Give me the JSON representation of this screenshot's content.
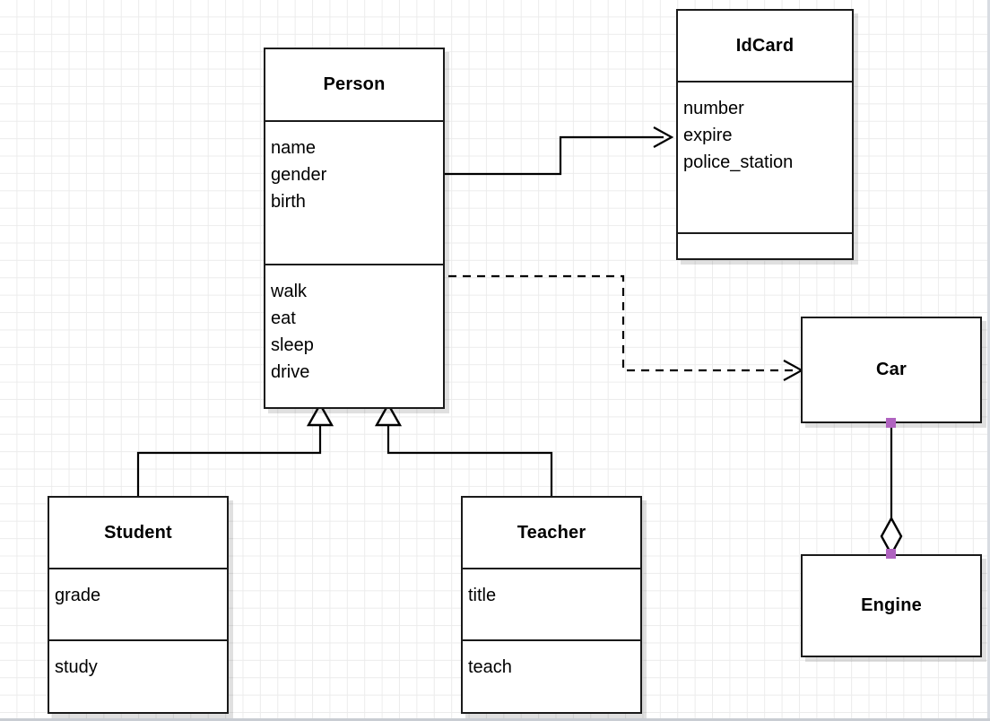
{
  "diagram": {
    "type": "uml-class-diagram",
    "background": {
      "grid": true,
      "grid_color": "#ececec",
      "page_color": "#ffffff"
    },
    "selection_handle_color": "#b063c0",
    "classes": [
      {
        "id": "person",
        "name": "Person",
        "attributes": [
          "name",
          "gender",
          "birth"
        ],
        "methods": [
          "walk",
          "eat",
          "sleep",
          "drive"
        ],
        "compartments": 3
      },
      {
        "id": "idcard",
        "name": "IdCard",
        "attributes": [
          "number",
          "expire",
          "police_station"
        ],
        "methods": [],
        "compartments": 3
      },
      {
        "id": "car",
        "name": "Car",
        "attributes": [],
        "methods": [],
        "compartments": 1
      },
      {
        "id": "engine",
        "name": "Engine",
        "attributes": [],
        "methods": [],
        "compartments": 1
      },
      {
        "id": "student",
        "name": "Student",
        "attributes": [
          "grade"
        ],
        "methods": [
          "study"
        ],
        "compartments": 3
      },
      {
        "id": "teacher",
        "name": "Teacher",
        "attributes": [
          "title"
        ],
        "methods": [
          "teach"
        ],
        "compartments": 3
      }
    ],
    "relationships": [
      {
        "id": "person-idcard",
        "kind": "association",
        "line": "solid",
        "arrow": "open",
        "from": "person",
        "to": "idcard"
      },
      {
        "id": "person-car",
        "kind": "dependency",
        "line": "dashed",
        "arrow": "open",
        "from": "person",
        "to": "car"
      },
      {
        "id": "student-person",
        "kind": "generalization",
        "line": "solid",
        "arrow": "hollow-triangle",
        "from": "student",
        "to": "person"
      },
      {
        "id": "teacher-person",
        "kind": "generalization",
        "line": "solid",
        "arrow": "hollow-triangle",
        "from": "teacher",
        "to": "person"
      },
      {
        "id": "car-engine",
        "kind": "aggregation",
        "line": "solid",
        "arrow": "hollow-diamond",
        "from": "car",
        "to": "engine"
      }
    ]
  }
}
